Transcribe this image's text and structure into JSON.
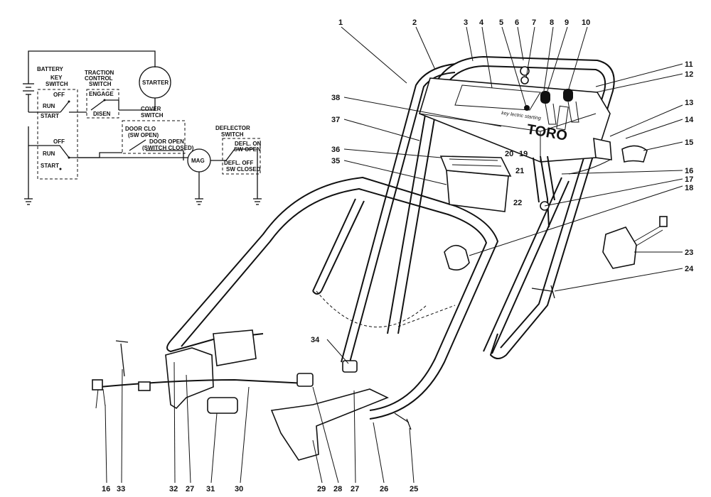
{
  "schematic": {
    "battery": "BATTERY",
    "starter": "STARTER",
    "key_switch": [
      "KEY",
      "SWITCH"
    ],
    "key_positions_top": [
      "OFF",
      "RUN",
      "START"
    ],
    "key_positions_bottom": [
      "OFF",
      "RUN",
      "START"
    ],
    "traction_switch": [
      "TRACTION",
      "CONTROL",
      "SWITCH"
    ],
    "traction_positions": [
      "ENGAGE",
      "DISEN"
    ],
    "cover_switch": [
      "COVER",
      "SWITCH"
    ],
    "cover_positions": [
      "DOOR CLO",
      "(SW OPEN)",
      "DOOR OPEN",
      "(SWITCH CLOSED)"
    ],
    "mag": "MAG",
    "deflector_switch": [
      "DEFLECTOR",
      "SWITCH"
    ],
    "deflector_positions": [
      "DEFL. ON",
      "SW OPEN",
      "DEFL. OFF",
      "SW CLOSED"
    ]
  },
  "panel_decal": {
    "brand": "TORO",
    "script_text": "key lectric starting"
  },
  "part_numbers": [
    "1",
    "2",
    "3",
    "4",
    "5",
    "6",
    "7",
    "8",
    "9",
    "10",
    "11",
    "12",
    "13",
    "14",
    "15",
    "16",
    "17",
    "18",
    "19",
    "20",
    "21",
    "22",
    "23",
    "24",
    "25",
    "26",
    "27",
    "27",
    "28",
    "29",
    "30",
    "31",
    "32",
    "33",
    "34",
    "35",
    "36",
    "37",
    "38",
    "16"
  ]
}
